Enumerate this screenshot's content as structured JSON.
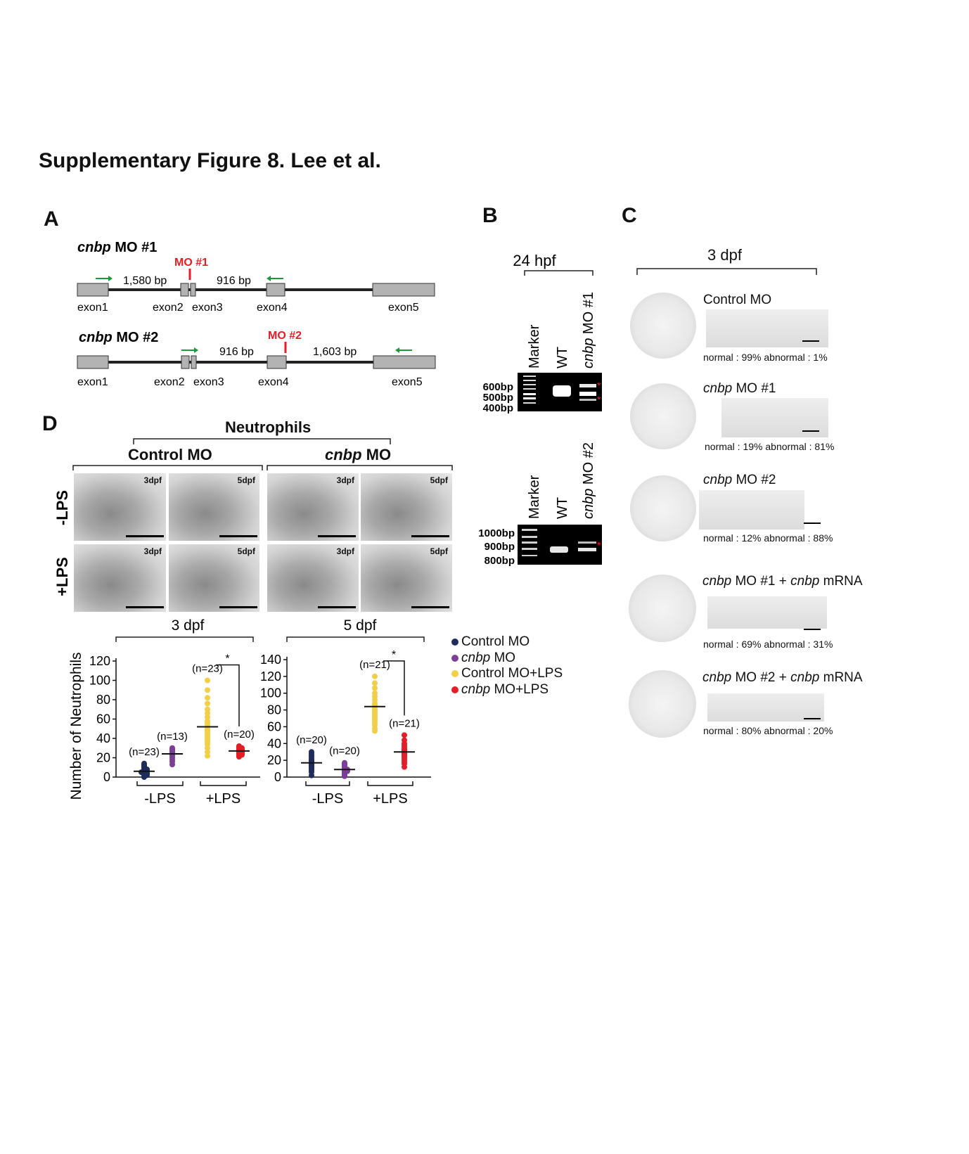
{
  "figure_title": "Supplementary Figure 8. Lee et al.",
  "panel_labels": {
    "a": "A",
    "b": "B",
    "c": "C",
    "d": "D"
  },
  "panelA": {
    "mo1": {
      "title_gene": "cnbp",
      "title_rest": " MO #1",
      "mo_label": "MO #1",
      "dist1": "1,580 bp",
      "dist2": "916 bp",
      "exons": [
        "exon1",
        "exon2",
        "exon3",
        "exon4",
        "exon5"
      ]
    },
    "mo2": {
      "title_gene": "cnbp",
      "title_rest": " MO #2",
      "mo_label": "MO #2",
      "dist1": "916 bp",
      "dist2": "1,603 bp",
      "exons": [
        "exon1",
        "exon2",
        "exon3",
        "exon4",
        "exon5"
      ]
    },
    "colors": {
      "exon_fill": "#b3b3b3",
      "mo_red": "#e41e26",
      "primer_green": "#1a9a3a"
    }
  },
  "panelB": {
    "timepoint": "24 hpf",
    "gel1": {
      "lanes": [
        "Marker",
        "WT"
      ],
      "lane3_gene": "cnbp",
      "lane3_rest": " MO #1",
      "sizes": [
        "600bp",
        "500bp",
        "400bp"
      ]
    },
    "gel2": {
      "lanes": [
        "Marker",
        "WT"
      ],
      "lane3_gene": "cnbp",
      "lane3_rest": " MO #2",
      "sizes": [
        "1000bp",
        "900bp",
        "800bp"
      ]
    },
    "star": "*"
  },
  "panelC": {
    "timepoint": "3 dpf",
    "rows": [
      {
        "gene": "",
        "label": "Control MO",
        "mrna_gene": "",
        "mrna_rest": "",
        "stats": "normal : 99% abnormal : 1%"
      },
      {
        "gene": "cnbp",
        "label": " MO #1",
        "mrna_gene": "",
        "mrna_rest": "",
        "stats": "normal : 19% abnormal : 81%"
      },
      {
        "gene": "cnbp",
        "label": " MO #2",
        "mrna_gene": "",
        "mrna_rest": "",
        "stats": "normal : 12% abnormal : 88%"
      },
      {
        "gene": "cnbp",
        "label": " MO #1 + ",
        "mrna_gene": "cnbp",
        "mrna_rest": " mRNA",
        "stats": "normal : 69% abnormal : 31%"
      },
      {
        "gene": "cnbp",
        "label": " MO #2 + ",
        "mrna_gene": "cnbp",
        "mrna_rest": " mRNA",
        "stats": "normal : 80% abnormal : 20%"
      }
    ]
  },
  "panelD": {
    "header": "Neutrophils",
    "groups": [
      {
        "gene": "",
        "label": "Control MO"
      },
      {
        "gene": "cnbp",
        "label": " MO"
      }
    ],
    "row_labels": [
      "-LPS",
      "+LPS"
    ],
    "tile_labels": [
      "3dpf",
      "5dpf",
      "3dpf",
      "5dpf"
    ],
    "legend": [
      {
        "gene": "",
        "label": "Control MO",
        "color": "#1f2d5c"
      },
      {
        "gene": "cnbp",
        "label": " MO",
        "color": "#7b3f98"
      },
      {
        "gene": "",
        "label": "Control MO+LPS",
        "color": "#f2cf47"
      },
      {
        "gene": "cnbp",
        "label": " MO+LPS",
        "color": "#e41e26"
      }
    ]
  },
  "chart_data": [
    {
      "type": "scatter",
      "title": "3 dpf",
      "ylabel": "Number of Neutrophils",
      "ylim": [
        0,
        120
      ],
      "yticks": [
        0,
        20,
        40,
        60,
        80,
        100,
        120
      ],
      "group_labels": [
        "-LPS",
        "+LPS"
      ],
      "significance": "*",
      "series": [
        {
          "name": "Control MO",
          "n_label": "(n=23)",
          "mean": 6,
          "values": [
            0,
            1,
            2,
            2,
            3,
            3,
            4,
            4,
            5,
            5,
            5,
            6,
            6,
            7,
            7,
            8,
            8,
            9,
            10,
            11,
            12,
            13,
            14
          ],
          "color": "#1f2d5c"
        },
        {
          "name": "cnbp MO",
          "n_label": "(n=13)",
          "mean": 24,
          "values": [
            13,
            16,
            18,
            20,
            22,
            23,
            24,
            25,
            26,
            27,
            28,
            29,
            30
          ],
          "color": "#7b3f98"
        },
        {
          "name": "Control MO+LPS",
          "n_label": "(n=23)",
          "mean": 52,
          "values": [
            22,
            26,
            30,
            34,
            36,
            38,
            40,
            42,
            44,
            46,
            48,
            50,
            52,
            54,
            56,
            58,
            62,
            66,
            70,
            76,
            82,
            90,
            100
          ],
          "color": "#f2cf47"
        },
        {
          "name": "cnbp MO+LPS",
          "n_label": "(n=20)",
          "mean": 27,
          "values": [
            21,
            22,
            23,
            23,
            24,
            24,
            25,
            25,
            26,
            26,
            27,
            27,
            28,
            28,
            29,
            29,
            30,
            30,
            31,
            32
          ],
          "color": "#e41e26"
        }
      ]
    },
    {
      "type": "scatter",
      "title": "5 dpf",
      "ylabel": "",
      "ylim": [
        0,
        140
      ],
      "yticks": [
        0,
        20,
        40,
        60,
        80,
        100,
        120,
        140
      ],
      "group_labels": [
        "-LPS",
        "+LPS"
      ],
      "significance": "*",
      "series": [
        {
          "name": "Control MO",
          "n_label": "(n=20)",
          "mean": 17,
          "values": [
            2,
            6,
            8,
            10,
            11,
            12,
            13,
            14,
            15,
            16,
            17,
            18,
            19,
            20,
            21,
            22,
            24,
            26,
            28,
            30
          ],
          "color": "#1f2d5c"
        },
        {
          "name": "cnbp MO",
          "n_label": "(n=20)",
          "mean": 9,
          "values": [
            1,
            2,
            3,
            4,
            5,
            6,
            7,
            7,
            8,
            8,
            9,
            9,
            10,
            11,
            12,
            13,
            14,
            15,
            16,
            17
          ],
          "color": "#7b3f98"
        },
        {
          "name": "Control MO+LPS",
          "n_label": "(n=21)",
          "mean": 84,
          "values": [
            55,
            58,
            62,
            65,
            68,
            70,
            72,
            74,
            76,
            78,
            80,
            82,
            84,
            86,
            88,
            92,
            96,
            100,
            106,
            112,
            120
          ],
          "color": "#f2cf47"
        },
        {
          "name": "cnbp MO+LPS",
          "n_label": "(n=21)",
          "mean": 30,
          "values": [
            12,
            16,
            18,
            20,
            22,
            24,
            25,
            26,
            27,
            28,
            29,
            30,
            31,
            32,
            33,
            34,
            36,
            38,
            40,
            44,
            50
          ],
          "color": "#e41e26"
        }
      ]
    }
  ]
}
